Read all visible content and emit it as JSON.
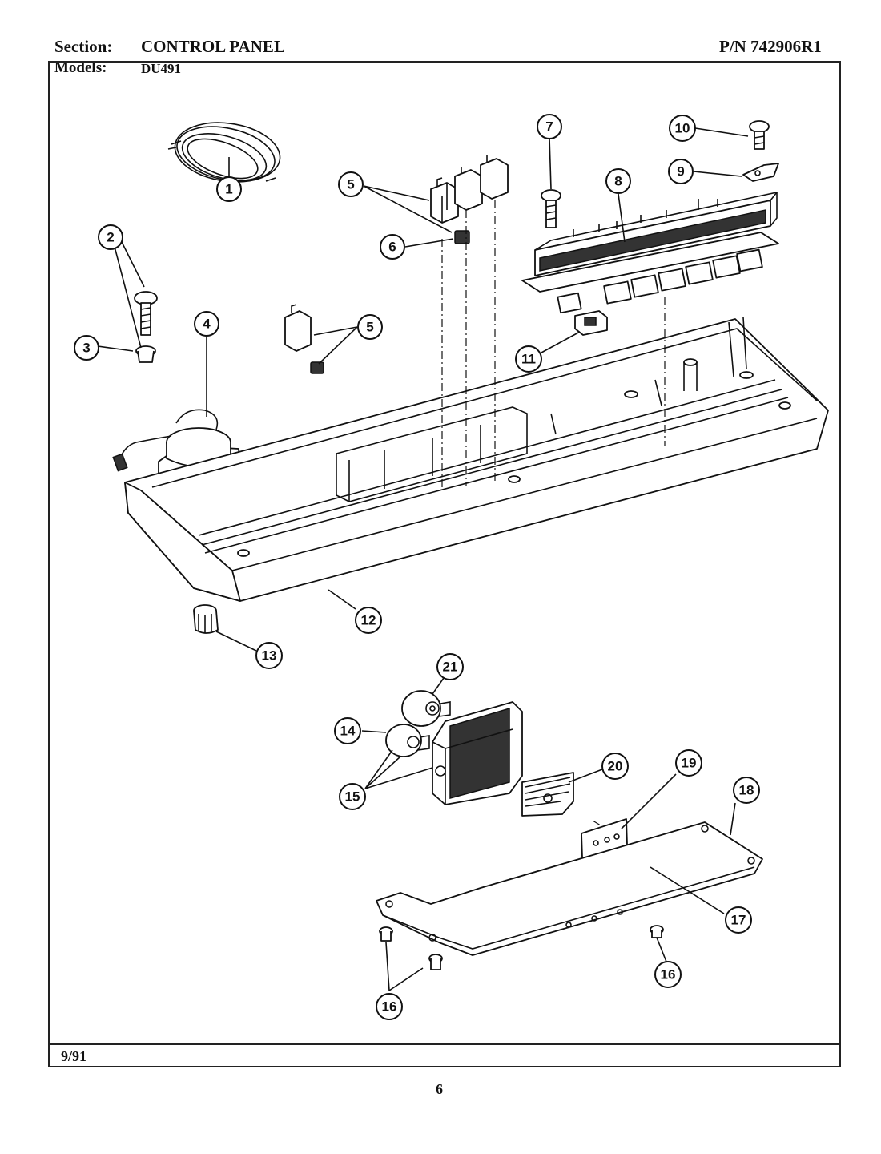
{
  "header": {
    "section_label": "Section:",
    "section_value": "CONTROL PANEL",
    "part_number": "P/N 742906R1",
    "models_label": "Models:",
    "models_value": "DU491"
  },
  "callouts": [
    "1",
    "2",
    "3",
    "4",
    "5",
    "6",
    "7",
    "8",
    "9",
    "10",
    "11",
    "12",
    "13",
    "14",
    "15",
    "16",
    "17",
    "18",
    "19",
    "20",
    "21"
  ],
  "footer": {
    "date": "9/91",
    "page_number": "6"
  }
}
